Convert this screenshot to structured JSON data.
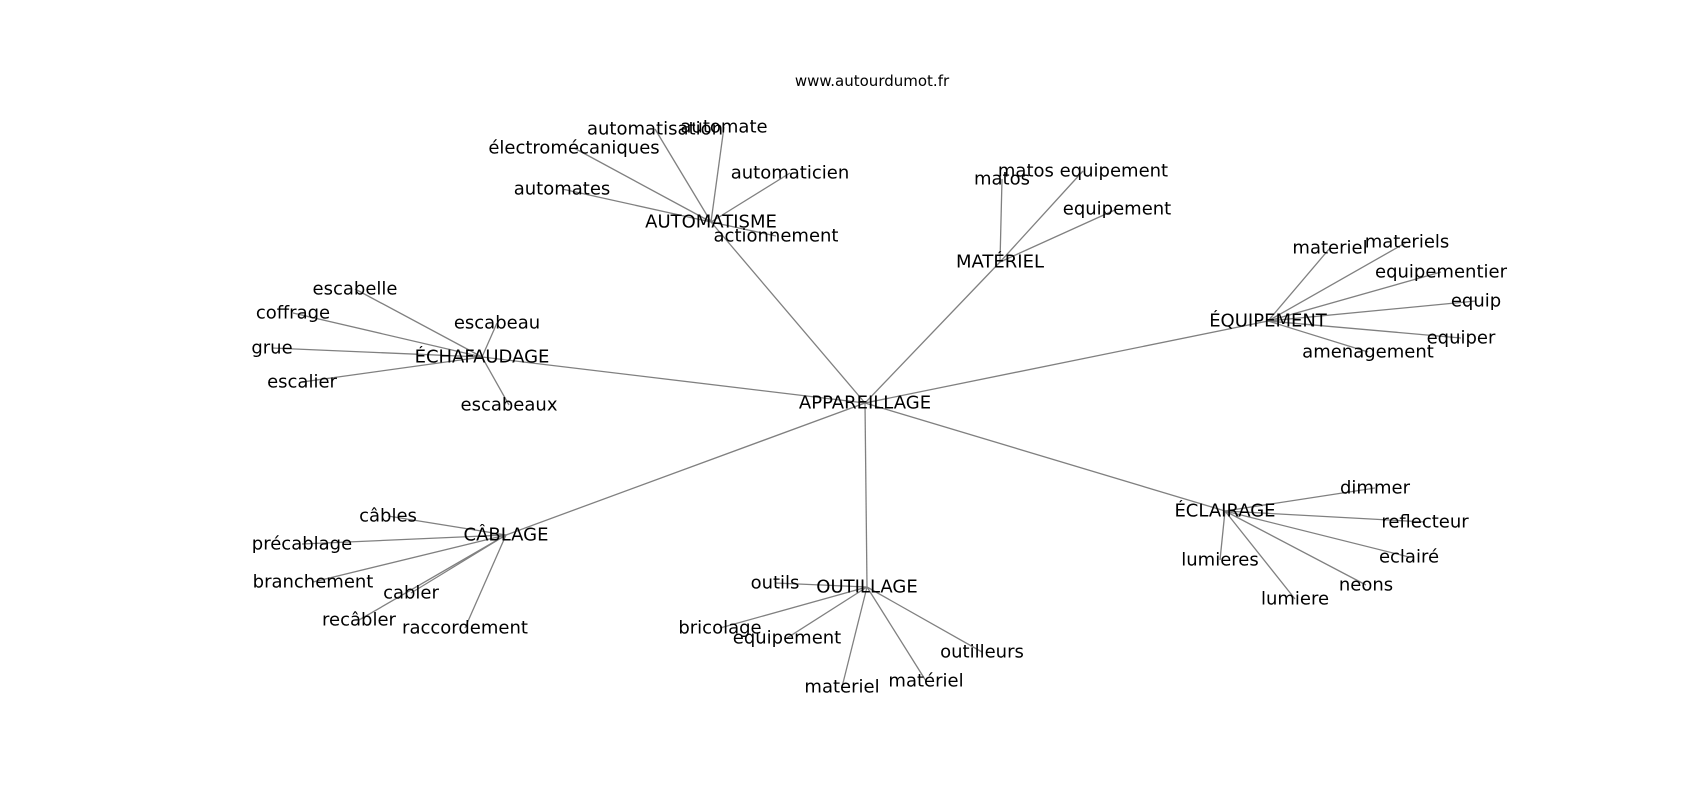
{
  "source": "www.autourdumot.fr",
  "graph": {
    "center": "APPAREILLAGE",
    "hubs": [
      {
        "id": "automatisme",
        "label": "AUTOMATISME",
        "leaves": [
          "automatisation",
          "automate",
          "électromécaniques",
          "automaticien",
          "automates",
          "actionnement"
        ]
      },
      {
        "id": "materiel",
        "label": "MATÉRIEL",
        "leaves": [
          "matos",
          "matos equipement",
          "equipement"
        ]
      },
      {
        "id": "equipement",
        "label": "ÉQUIPEMENT",
        "leaves": [
          "materiel",
          "materiels",
          "equipementier",
          "equip",
          "equiper",
          "amenagement"
        ]
      },
      {
        "id": "echafaudage",
        "label": "ÉCHAFAUDAGE",
        "leaves": [
          "escabelle",
          "coffrage",
          "escabeau",
          "grue",
          "escalier",
          "escabeaux"
        ]
      },
      {
        "id": "eclairage",
        "label": "ÉCLAIRAGE",
        "leaves": [
          "dimmer",
          "reflecteur",
          "eclairé",
          "neons",
          "lumieres",
          "lumiere"
        ]
      },
      {
        "id": "cablage",
        "label": "CÂBLAGE",
        "leaves": [
          "câbles",
          "précablage",
          "branchement",
          "cabler",
          "recâbler",
          "raccordement"
        ]
      },
      {
        "id": "outillage",
        "label": "OUTILLAGE",
        "leaves": [
          "outils",
          "bricolage",
          "equipement",
          "outilleurs",
          "matériel",
          "materiel"
        ]
      }
    ]
  }
}
